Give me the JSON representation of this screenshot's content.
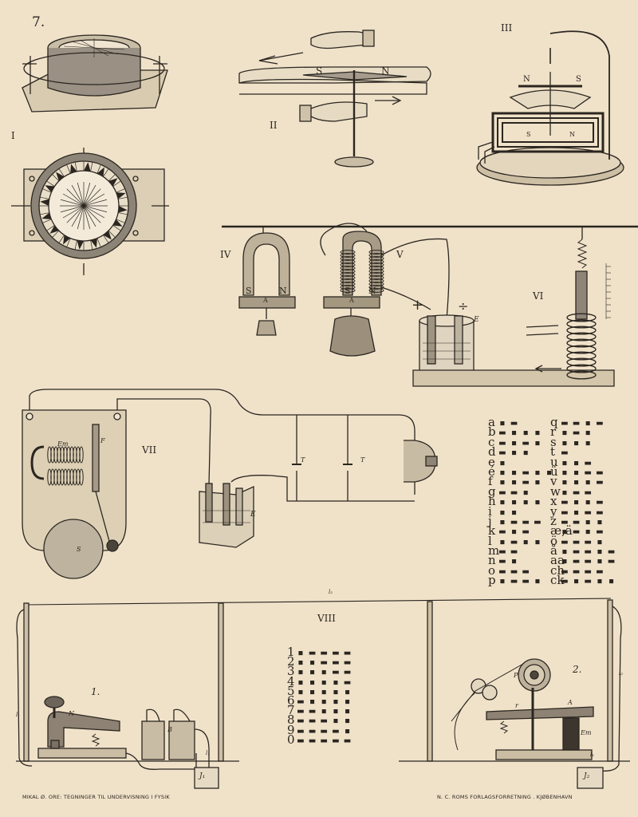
{
  "plate_number": "7.",
  "figure_labels": {
    "I": "I",
    "II": "II",
    "III": "III",
    "IV": "IV",
    "V": "V",
    "VI": "VI",
    "VII": "VII",
    "VIII": "VIII"
  },
  "magnet_labels": {
    "fig2_s": "S",
    "fig2_n": "N",
    "fig3_n": "N",
    "fig3_s": "S",
    "fig3_s2": "S",
    "fig3_n2": "N",
    "fig4_s": "S",
    "fig4_n": "N",
    "fig4_a": "A",
    "fig5_s": "S",
    "fig5_n": "N",
    "fig5_a": "A"
  },
  "battery_labels": {
    "plus": "+",
    "minus": "÷",
    "e5": "E",
    "e7": "E"
  },
  "bell_labels": {
    "em": "Em",
    "f": "F",
    "s": "S",
    "t1": "T",
    "t2": "T"
  },
  "telegraph_labels": {
    "l1": "l₁",
    "l2": "l₂",
    "l_top": "l₂",
    "l_right": "l₂",
    "l_a": "l₁",
    "l_b": "l₁",
    "b": "B",
    "j1": "J₁",
    "j2": "J₂",
    "n": "N",
    "num1": "1.",
    "num2": "2.",
    "a": "A",
    "em": "Em",
    "p": "P",
    "r": "r"
  },
  "morse_letters_left": [
    {
      "ch": "a",
      "code": "▪ ▬"
    },
    {
      "ch": "b",
      "code": "▬ ▪ ▪ ▪"
    },
    {
      "ch": "c",
      "code": "▬ ▪ ▬ ▪"
    },
    {
      "ch": "d",
      "code": "▬ ▪ ▪"
    },
    {
      "ch": "e",
      "code": "▪"
    },
    {
      "ch": "é",
      "code": "▪ ▪ ▬ ▪ ▪"
    },
    {
      "ch": "f",
      "code": "▪ ▪ ▬ ▪"
    },
    {
      "ch": "g",
      "code": "▬ ▬ ▪"
    },
    {
      "ch": "h",
      "code": "▪ ▪ ▪ ▪"
    },
    {
      "ch": "i",
      "code": "▪ ▪"
    },
    {
      "ch": "j",
      "code": "▪ ▬ ▬ ▬"
    },
    {
      "ch": "k",
      "code": "▬ ▪ ▬"
    },
    {
      "ch": "l",
      "code": "▪ ▬ ▪ ▪"
    },
    {
      "ch": "m",
      "code": "▬ ▬"
    },
    {
      "ch": "n",
      "code": "▬ ▪"
    },
    {
      "ch": "o",
      "code": "▬ ▬ ▬"
    },
    {
      "ch": "p",
      "code": "▪ ▬ ▬ ▪"
    }
  ],
  "morse_letters_right": [
    {
      "ch": "q",
      "code": "▬ ▬ ▪ ▬"
    },
    {
      "ch": "r",
      "code": "▪ ▬ ▪"
    },
    {
      "ch": "s",
      "code": "▪ ▪ ▪"
    },
    {
      "ch": "t",
      "code": "▬"
    },
    {
      "ch": "u",
      "code": "▪ ▪ ▬"
    },
    {
      "ch": "ü",
      "code": "▪ ▪ ▬ ▬"
    },
    {
      "ch": "v",
      "code": "▪ ▪ ▪ ▬"
    },
    {
      "ch": "w",
      "code": "▪ ▬ ▬"
    },
    {
      "ch": "x",
      "code": "▬ ▪ ▪ ▬"
    },
    {
      "ch": "y",
      "code": "▬ ▪ ▬ ▬"
    },
    {
      "ch": "z",
      "code": "▬ ▬ ▪ ▪"
    },
    {
      "ch": "æ,ä",
      "code": "▪ ▬ ▪ ▬"
    },
    {
      "ch": "ö",
      "code": "▬ ▬ ▬ ▪"
    },
    {
      "ch": "å",
      "code": "▪ ▬ ▬ ▪ ▬"
    },
    {
      "ch": "aa",
      "code": "▪ ▬ ▬ ▪ ▬"
    },
    {
      "ch": "ch",
      "code": "▬ ▬ ▬ ▬"
    },
    {
      "ch": "ck",
      "code": "▬ ▪ ▬ ▪ ▪"
    }
  ],
  "morse_numbers": [
    {
      "ch": "1",
      "code": "▪ ▬ ▬ ▬ ▬"
    },
    {
      "ch": "2",
      "code": "▪ ▪ ▬ ▬ ▬"
    },
    {
      "ch": "3",
      "code": "▪ ▪ ▪ ▬ ▬"
    },
    {
      "ch": "4",
      "code": "▪ ▪ ▪ ▪ ▬"
    },
    {
      "ch": "5",
      "code": "▪ ▪ ▪ ▪ ▪"
    },
    {
      "ch": "6",
      "code": "▬ ▪ ▪ ▪ ▪"
    },
    {
      "ch": "7",
      "code": "▬ ▬ ▪ ▪ ▪"
    },
    {
      "ch": "8",
      "code": "▬ ▬ ▬ ▪ ▪"
    },
    {
      "ch": "9",
      "code": "▬ ▬ ▬ ▬ ▪"
    },
    {
      "ch": "0",
      "code": "▬ ▬ ▬ ▬ ▬"
    }
  ],
  "footer_left": "MIKAL Ø. ORE: TEGNINGER TIL UNDERVISNING I FYSIK",
  "footer_right": "N. C. ROMS FORLAGSFORRETNING . KJØBENHAVN",
  "colors": {
    "paper": "#f0e2c9",
    "ink": "#2b2620",
    "metal": "#6e655a"
  }
}
